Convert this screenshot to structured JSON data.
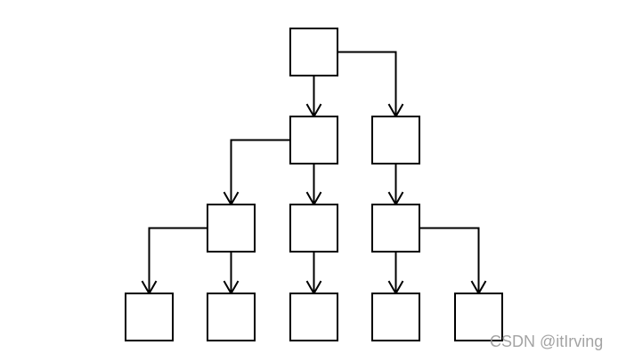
{
  "diagram": {
    "type": "tree",
    "nodes": [
      {
        "id": "n1",
        "label": ""
      },
      {
        "id": "n2",
        "label": ""
      },
      {
        "id": "n3",
        "label": ""
      },
      {
        "id": "n4",
        "label": ""
      },
      {
        "id": "n5",
        "label": ""
      },
      {
        "id": "n6",
        "label": ""
      },
      {
        "id": "n7",
        "label": ""
      },
      {
        "id": "n8",
        "label": ""
      },
      {
        "id": "n9",
        "label": ""
      },
      {
        "id": "n10",
        "label": ""
      },
      {
        "id": "n11",
        "label": ""
      }
    ],
    "edges": [
      [
        "n1",
        "n2"
      ],
      [
        "n1",
        "n3"
      ],
      [
        "n2",
        "n4"
      ],
      [
        "n2",
        "n5"
      ],
      [
        "n3",
        "n6"
      ],
      [
        "n4",
        "n7"
      ],
      [
        "n4",
        "n8"
      ],
      [
        "n5",
        "n9"
      ],
      [
        "n6",
        "n10"
      ],
      [
        "n6",
        "n11"
      ]
    ],
    "colors": {
      "stroke": "#000000",
      "watermark": "#9a9a9a"
    }
  },
  "watermark": "CSDN @itIrving"
}
